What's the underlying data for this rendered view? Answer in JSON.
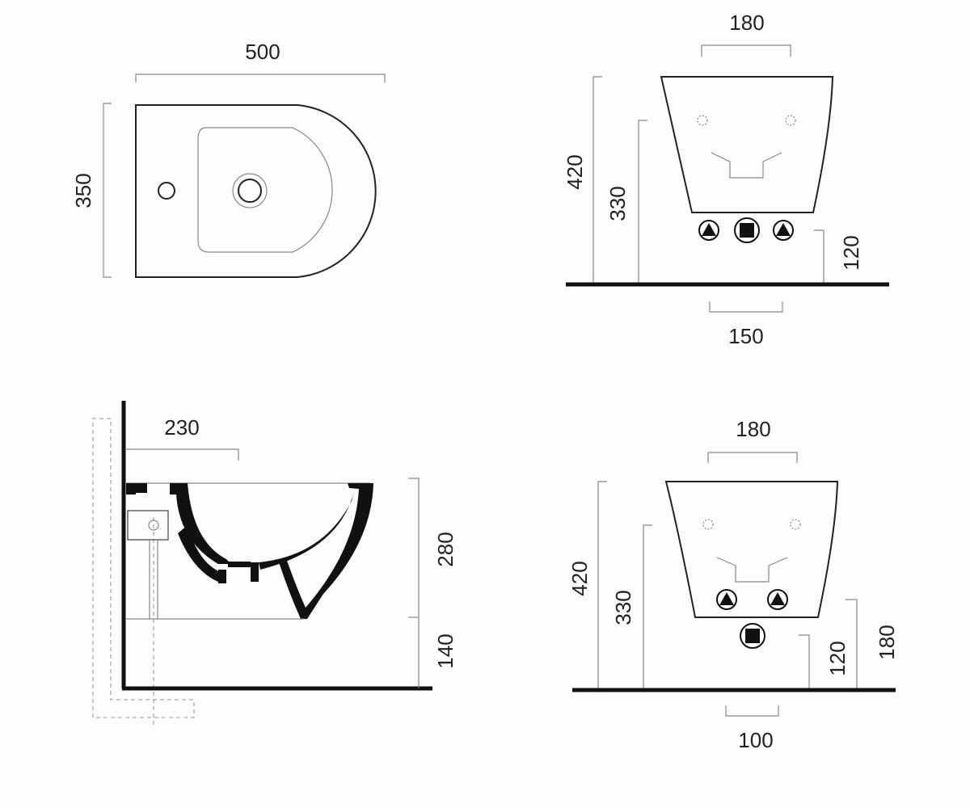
{
  "top_view": {
    "width": "500",
    "depth": "350"
  },
  "front_view_1": {
    "top_width": "180",
    "height": "420",
    "inner_height": "330",
    "outlet_height": "120",
    "bottom_width": "150"
  },
  "side_view": {
    "projection": "230",
    "bowl_height": "280",
    "floor_clearance": "140"
  },
  "front_view_2": {
    "top_width": "180",
    "height": "420",
    "inner_height": "330",
    "outlet_height": "120",
    "inlet_height": "180",
    "bottom_width": "100"
  }
}
